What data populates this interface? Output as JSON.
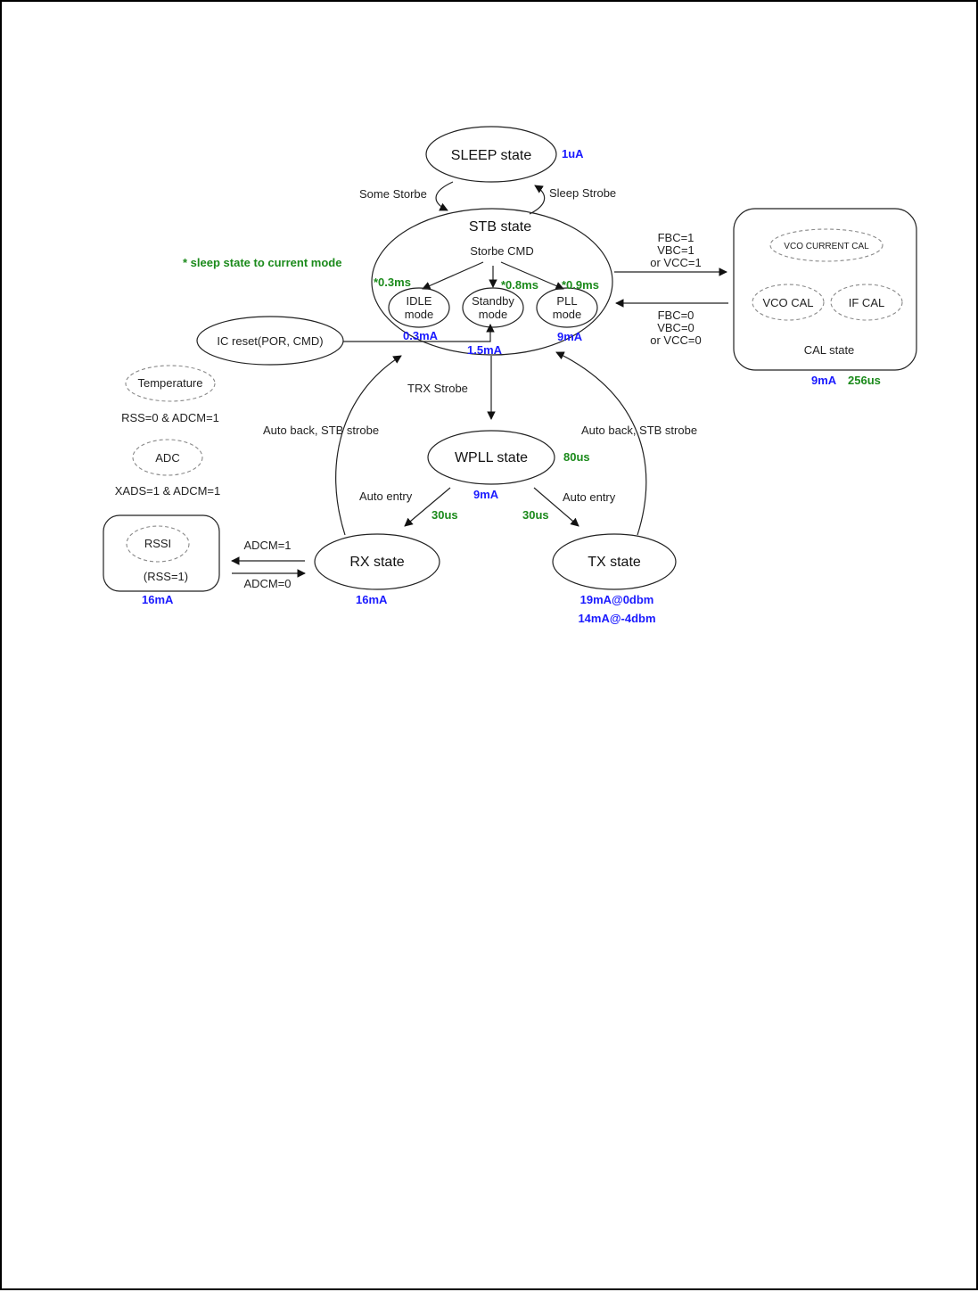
{
  "states": {
    "sleep": {
      "label": "SLEEP state",
      "current": "1uA"
    },
    "stb": {
      "label": "STB state",
      "cmd": "Storbe CMD",
      "current": "1.5mA",
      "modes": {
        "idle": {
          "line1": "IDLE",
          "line2": "mode",
          "current": "0.3mA",
          "time": "*0.3ms"
        },
        "standby": {
          "line1": "Standby",
          "line2": "mode",
          "time": "*0.8ms"
        },
        "pll": {
          "line1": "PLL",
          "line2": "mode",
          "current": "9mA",
          "time": "*0.9ms"
        }
      }
    },
    "cal": {
      "label": "CAL state",
      "vco_current_cal": "VCO CURRENT CAL",
      "vco_cal": "VCO CAL",
      "if_cal": "IF CAL",
      "current": "9mA",
      "time": "256us"
    },
    "wpll": {
      "label": "WPLL state",
      "current": "9mA",
      "time": "80us"
    },
    "rx": {
      "label": "RX state",
      "current": "16mA",
      "time": "30us"
    },
    "tx": {
      "label": "TX state",
      "current_0dbm": "19mA@0dbm",
      "current_m4dbm": "14mA@-4dbm",
      "time": "30us"
    },
    "rssi": {
      "label": "RSSI",
      "condition": "(RSS=1)",
      "current": "16mA"
    }
  },
  "side": {
    "note": "* sleep state to current mode",
    "ic_reset": "IC reset(POR, CMD)",
    "temperature": "Temperature",
    "temp_condition": "RSS=0  & ADCM=1",
    "adc": "ADC",
    "adc_condition": "XADS=1 & ADCM=1"
  },
  "transitions": {
    "some_strobe": "Some Storbe",
    "sleep_strobe": "Sleep Strobe",
    "cal_in": [
      "FBC=1",
      "VBC=1",
      "or VCC=1"
    ],
    "cal_out": [
      "FBC=0",
      "VBC=0",
      "or VCC=0"
    ],
    "trx_strobe": "TRX Strobe",
    "auto_back_left": "Auto back, STB strobe",
    "auto_back_right": "Auto back, STB strobe",
    "auto_entry_left": "Auto entry",
    "auto_entry_right": "Auto entry",
    "adcm1": "ADCM=1",
    "adcm0": "ADCM=0"
  }
}
